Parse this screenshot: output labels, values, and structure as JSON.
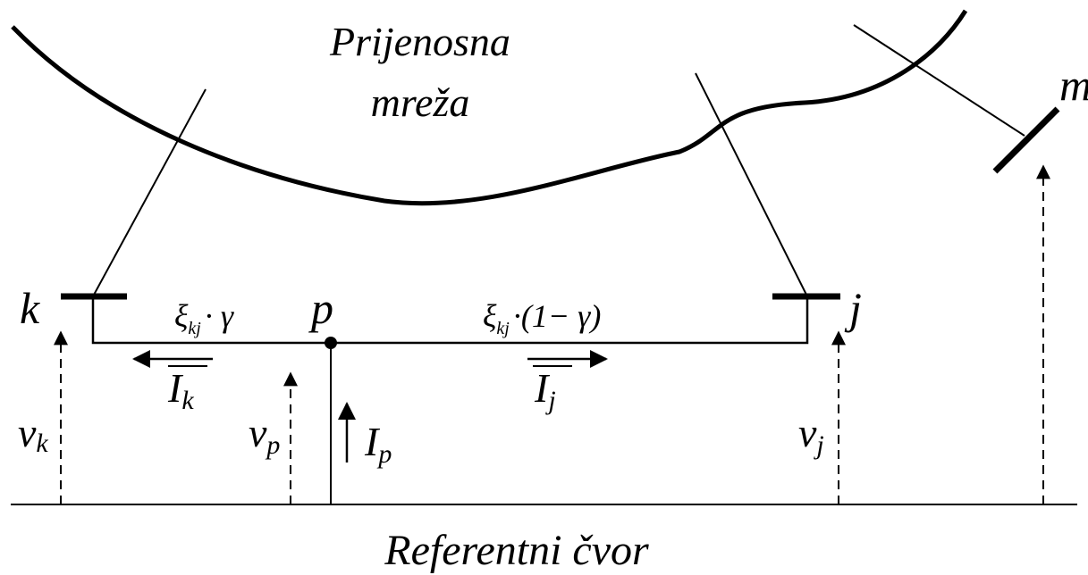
{
  "title": {
    "line1": "Prijenosna",
    "line2": "mreža"
  },
  "reference_label": "Referentni čvor",
  "nodes": {
    "k": "k",
    "j": "j",
    "p": "p",
    "m": "m"
  },
  "segments": {
    "left": {
      "sym": "ξ",
      "sub": "kj",
      "rest": "· γ"
    },
    "right": {
      "sym": "ξ",
      "sub": "kj",
      "rest": "·(1− γ)"
    }
  },
  "currents": {
    "Ik": {
      "main": "I",
      "sub": "k"
    },
    "Ij": {
      "main": "I",
      "sub": "j"
    },
    "Ip": {
      "main": "I",
      "sub": "p"
    }
  },
  "voltages": {
    "vk": {
      "main": "v",
      "sub": "k"
    },
    "vp": {
      "main": "v",
      "sub": "p"
    },
    "vj": {
      "main": "v",
      "sub": "j"
    }
  }
}
